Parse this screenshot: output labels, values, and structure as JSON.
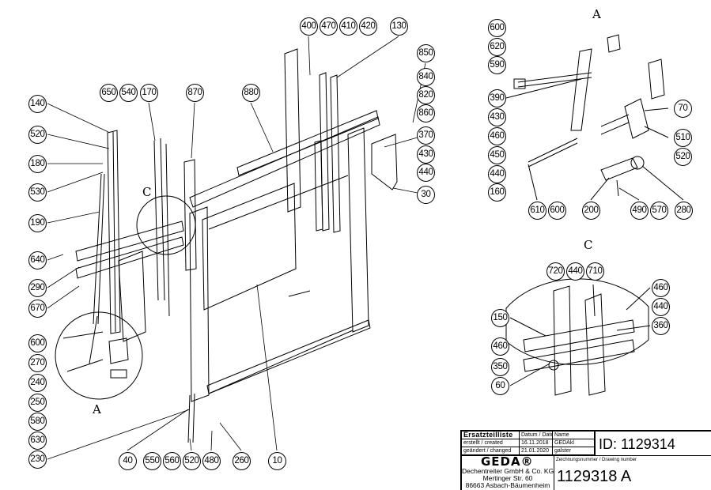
{
  "main_view": {
    "callouts": [
      "140",
      "520",
      "180",
      "530",
      "190",
      "640",
      "290",
      "670",
      "600",
      "270",
      "240",
      "250",
      "580",
      "630",
      "230",
      "650",
      "540",
      "170",
      "870",
      "880",
      "400",
      "470",
      "410",
      "420",
      "130",
      "850",
      "840",
      "820",
      "860",
      "370",
      "430",
      "440",
      "30",
      "40",
      "550",
      "560",
      "520",
      "480",
      "260",
      "10"
    ],
    "detail_markers": {
      "c": "C",
      "a": "A"
    }
  },
  "detail_a": {
    "title": "A",
    "callouts": [
      "600",
      "620",
      "590",
      "390",
      "430",
      "460",
      "450",
      "440",
      "160",
      "610",
      "600",
      "200",
      "490",
      "570",
      "280",
      "70",
      "510",
      "520"
    ]
  },
  "detail_c": {
    "title": "C",
    "callouts": [
      "720",
      "440",
      "710",
      "460",
      "440",
      "360",
      "150",
      "460",
      "350",
      "60"
    ]
  },
  "title_block": {
    "heading": "Ersatzteilliste",
    "date_header": "Datum / Date",
    "name_header": "Name",
    "created_label": "erstellt / created",
    "created_date": "16.11.2018",
    "created_name": "GEDAkl",
    "changed_label": "geändert / changed",
    "changed_date": "21.01.2020",
    "changed_name": "galster",
    "id_text": "ID: 1129314",
    "logo": "GEDA®",
    "company_line1": "Dechentreiter GmbH & Co. KG",
    "company_line2": "Mertinger Str. 60",
    "company_line3": "86663 Asbach-Bäumenheim",
    "drawing_number_label": "Zeichnungsnummer / Drawing number",
    "drawing_number": "1129318 A"
  }
}
